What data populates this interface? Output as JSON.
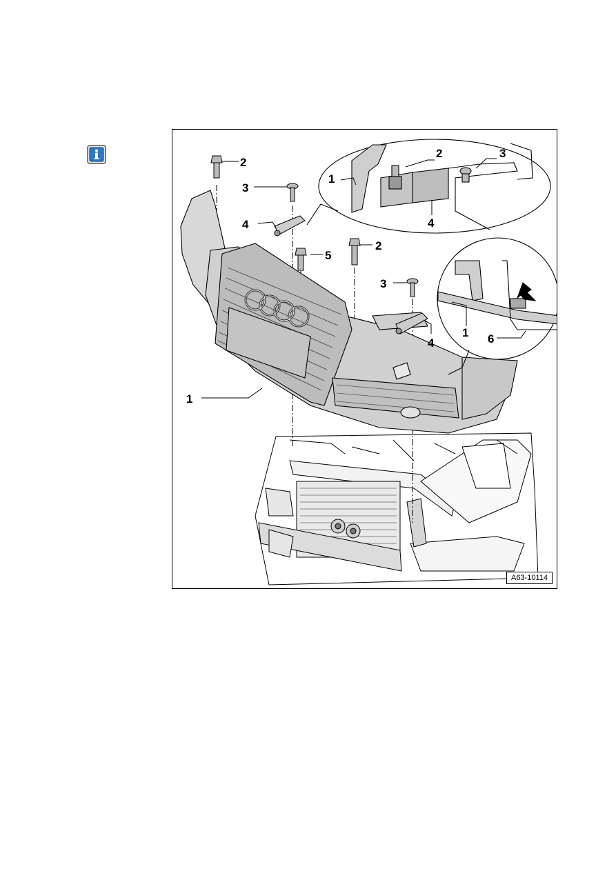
{
  "info_icon": {
    "icon": "info-icon",
    "glyph": "i",
    "color": "#1f6fb8"
  },
  "figure": {
    "id_label": "A63-10114",
    "callouts": {
      "c1_main": "1",
      "c2_left": "2",
      "c3_left": "3",
      "c4_left": "4",
      "c5": "5",
      "c2_mid": "2",
      "c3_mid": "3",
      "c4_mid": "4",
      "d1_1": "1",
      "d1_2": "2",
      "d1_3": "3",
      "d1_4": "4",
      "d2_1": "1",
      "d2_6": "6"
    }
  }
}
